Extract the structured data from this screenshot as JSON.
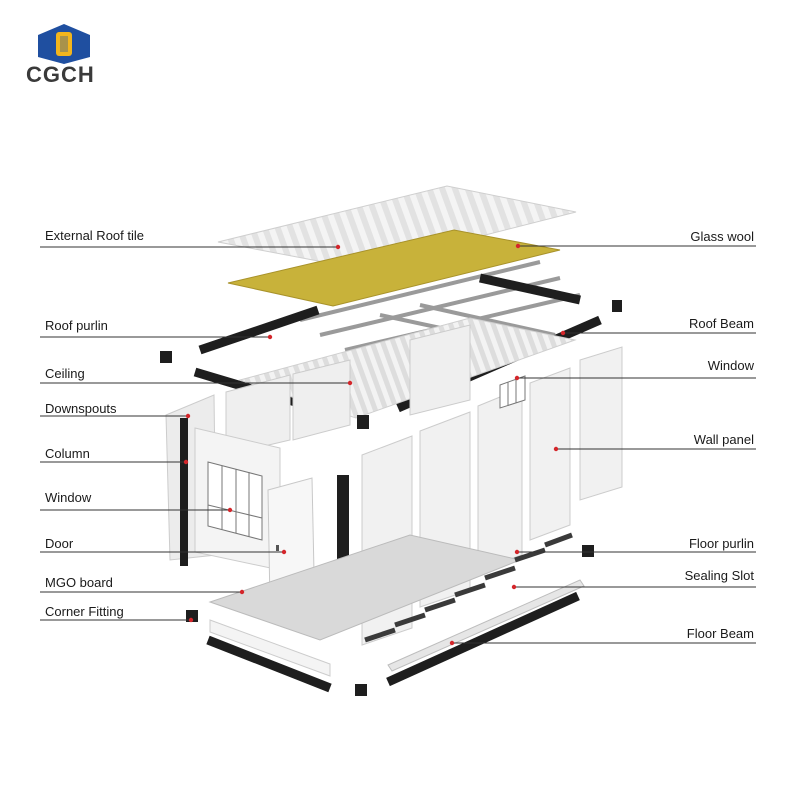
{
  "brand": {
    "name": "CGCH",
    "logo_colors": {
      "primary": "#1f4fa0",
      "accent": "#f2b51d"
    },
    "logo_icon": "hexagon-logo-icon"
  },
  "labels_left": [
    "External Roof tile",
    "Roof purlin",
    "Ceiling",
    "Downspouts",
    "Column",
    "Window",
    "Door",
    "MGO board",
    "Corner Fitting"
  ],
  "labels_right": [
    "Glass wool",
    "Roof Beam",
    "Window",
    "Wall panel",
    "Floor purlin",
    "Sealing Slot",
    "Floor Beam"
  ],
  "colors": {
    "leader_line": "#333333",
    "marker_dot": "#d4262b",
    "frame_steel": "#1e1e1e",
    "panel_white": "#f2f2f2",
    "glass_wool": "#c8b23a"
  }
}
